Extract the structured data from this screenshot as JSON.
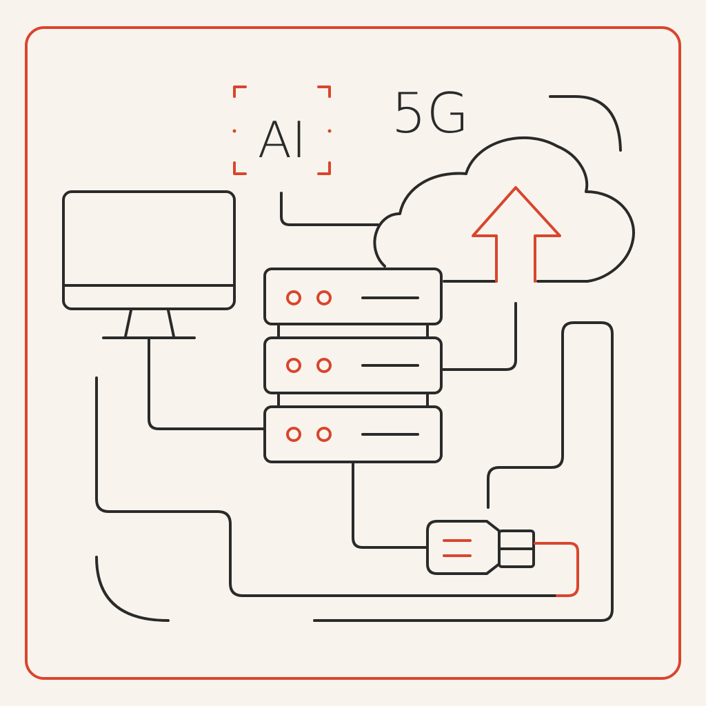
{
  "labels": {
    "ai": "AI",
    "network": "5G"
  },
  "colors": {
    "background": "#f8f4ed",
    "ink": "#2a2a2a",
    "accent": "#d9452d"
  },
  "icons": {
    "ai_badge": "ai-chip-icon",
    "network": "5g-icon",
    "cloud": "cloud-upload-icon",
    "monitor": "monitor-icon",
    "server": "server-rack-icon",
    "usb": "usb-plug-icon"
  },
  "server": {
    "unit_count": 3
  }
}
